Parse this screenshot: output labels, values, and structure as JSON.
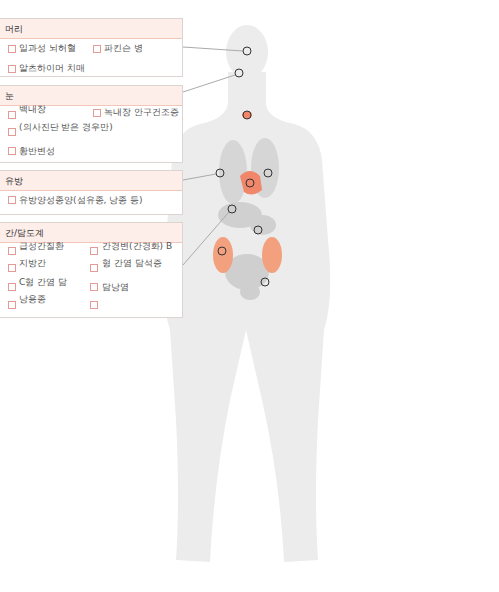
{
  "diagram": {
    "nodes": [
      {
        "text": [
          "머리",
          "일과성 뇌허혈",
          "파킨슨 병",
          "알츠하이머 치매"
        ]
      },
      {
        "text": [
          "눈",
          "백내장",
          "녹내장 안구건조증",
          "(의사진단 받은 경우만)",
          "황반변성"
        ]
      },
      {
        "text": [
          "유방",
          "유방양성종양(섬유종, 낭종 등)"
        ]
      },
      {
        "text": [
          "간/담도계",
          "급성간질환",
          "간경변(간경화) B",
          "지방간",
          "형 간염 담석증",
          "C형 간염 담",
          "담낭염",
          "낭용종"
        ]
      }
    ]
  }
}
